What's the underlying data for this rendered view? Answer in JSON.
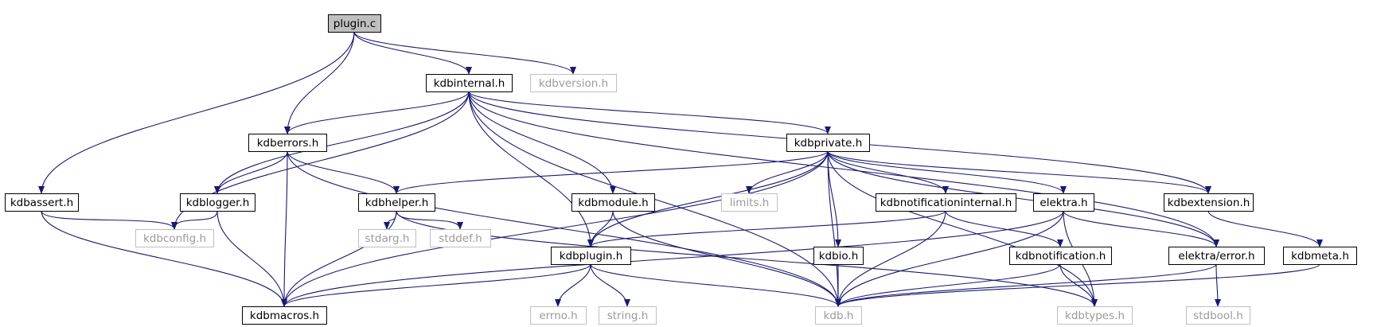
{
  "title": "plugin.c include dependency graph",
  "colors": {
    "edge": "#191970",
    "root_fill": "#bfbfbf",
    "node_border": "#000000",
    "external_border": "#bfbfbf",
    "external_text": "#9a9a9a"
  },
  "nodes": [
    {
      "id": "plugin_c",
      "label": "plugin.c",
      "kind": "root"
    },
    {
      "id": "kdbinternal_h",
      "label": "kdbinternal.h",
      "kind": "internal"
    },
    {
      "id": "kdbversion_h",
      "label": "kdbversion.h",
      "kind": "external"
    },
    {
      "id": "kdberrors_h",
      "label": "kdberrors.h",
      "kind": "internal"
    },
    {
      "id": "kdbprivate_h",
      "label": "kdbprivate.h",
      "kind": "internal"
    },
    {
      "id": "kdbassert_h",
      "label": "kdbassert.h",
      "kind": "internal"
    },
    {
      "id": "kdblogger_h",
      "label": "kdblogger.h",
      "kind": "internal"
    },
    {
      "id": "kdbhelper_h",
      "label": "kdbhelper.h",
      "kind": "internal"
    },
    {
      "id": "kdbmodule_h",
      "label": "kdbmodule.h",
      "kind": "internal"
    },
    {
      "id": "limits_h",
      "label": "limits.h",
      "kind": "external"
    },
    {
      "id": "kdbnotificationinternal_h",
      "label": "kdbnotificationinternal.h",
      "kind": "internal"
    },
    {
      "id": "elektra_h",
      "label": "elektra.h",
      "kind": "internal"
    },
    {
      "id": "kdbextension_h",
      "label": "kdbextension.h",
      "kind": "internal"
    },
    {
      "id": "kdbconfig_h",
      "label": "kdbconfig.h",
      "kind": "external"
    },
    {
      "id": "stdarg_h",
      "label": "stdarg.h",
      "kind": "external"
    },
    {
      "id": "stddef_h",
      "label": "stddef.h",
      "kind": "external"
    },
    {
      "id": "kdbplugin_h",
      "label": "kdbplugin.h",
      "kind": "internal"
    },
    {
      "id": "kdbio_h",
      "label": "kdbio.h",
      "kind": "internal"
    },
    {
      "id": "kdbnotification_h",
      "label": "kdbnotification.h",
      "kind": "internal"
    },
    {
      "id": "elektra_error_h",
      "label": "elektra/error.h",
      "kind": "internal"
    },
    {
      "id": "kdbmeta_h",
      "label": "kdbmeta.h",
      "kind": "internal"
    },
    {
      "id": "kdbmacros_h",
      "label": "kdbmacros.h",
      "kind": "internal"
    },
    {
      "id": "errno_h",
      "label": "errno.h",
      "kind": "external"
    },
    {
      "id": "string_h",
      "label": "string.h",
      "kind": "external"
    },
    {
      "id": "kdb_h",
      "label": "kdb.h",
      "kind": "external"
    },
    {
      "id": "kdbtypes_h",
      "label": "kdbtypes.h",
      "kind": "external"
    },
    {
      "id": "stdbool_h",
      "label": "stdbool.h",
      "kind": "external"
    }
  ],
  "edges": [
    [
      "plugin_c",
      "kdbinternal_h"
    ],
    [
      "plugin_c",
      "kdbversion_h"
    ],
    [
      "plugin_c",
      "kdberrors_h"
    ],
    [
      "plugin_c",
      "kdbassert_h"
    ],
    [
      "kdbinternal_h",
      "kdberrors_h"
    ],
    [
      "kdbinternal_h",
      "kdblogger_h"
    ],
    [
      "kdbinternal_h",
      "kdbconfig_h"
    ],
    [
      "kdbinternal_h",
      "kdbplugin_h"
    ],
    [
      "kdbinternal_h",
      "kdbmodule_h"
    ],
    [
      "kdbinternal_h",
      "kdb_h"
    ],
    [
      "kdbinternal_h",
      "kdbprivate_h"
    ],
    [
      "kdbinternal_h",
      "kdbextension_h"
    ],
    [
      "kdbinternal_h",
      "elektra_error_h"
    ],
    [
      "kdberrors_h",
      "kdblogger_h"
    ],
    [
      "kdberrors_h",
      "kdbhelper_h"
    ],
    [
      "kdberrors_h",
      "kdbmacros_h"
    ],
    [
      "kdberrors_h",
      "kdb_h"
    ],
    [
      "kdbassert_h",
      "kdbconfig_h"
    ],
    [
      "kdbassert_h",
      "kdbmacros_h"
    ],
    [
      "kdblogger_h",
      "kdbconfig_h"
    ],
    [
      "kdblogger_h",
      "kdbmacros_h"
    ],
    [
      "kdbprivate_h",
      "kdbhelper_h"
    ],
    [
      "kdbprivate_h",
      "kdbmacros_h"
    ],
    [
      "kdbprivate_h",
      "kdbplugin_h"
    ],
    [
      "kdbprivate_h",
      "limits_h"
    ],
    [
      "kdbprivate_h",
      "kdb_h"
    ],
    [
      "kdbprivate_h",
      "kdbio_h"
    ],
    [
      "kdbprivate_h",
      "kdbnotificationinternal_h"
    ],
    [
      "kdbprivate_h",
      "elektra_h"
    ],
    [
      "kdbprivate_h",
      "kdbextension_h"
    ],
    [
      "kdbprivate_h",
      "elektra_error_h"
    ],
    [
      "kdbprivate_h",
      "kdbtypes_h"
    ],
    [
      "kdbhelper_h",
      "kdbmacros_h"
    ],
    [
      "kdbhelper_h",
      "stdarg_h"
    ],
    [
      "kdbhelper_h",
      "stddef_h"
    ],
    [
      "kdbhelper_h",
      "kdbtypes_h"
    ],
    [
      "kdbmodule_h",
      "kdbplugin_h"
    ],
    [
      "kdbmodule_h",
      "kdb_h"
    ],
    [
      "kdbnotificationinternal_h",
      "kdbplugin_h"
    ],
    [
      "kdbnotificationinternal_h",
      "kdbnotification_h"
    ],
    [
      "kdbnotificationinternal_h",
      "kdb_h"
    ],
    [
      "elektra_h",
      "kdbmacros_h"
    ],
    [
      "elektra_h",
      "kdb_h"
    ],
    [
      "elektra_h",
      "elektra_error_h"
    ],
    [
      "elektra_h",
      "kdbtypes_h"
    ],
    [
      "kdbextension_h",
      "kdbmeta_h"
    ],
    [
      "kdbplugin_h",
      "kdbmacros_h"
    ],
    [
      "kdbplugin_h",
      "errno_h"
    ],
    [
      "kdbplugin_h",
      "string_h"
    ],
    [
      "kdbplugin_h",
      "kdb_h"
    ],
    [
      "kdbio_h",
      "kdb_h"
    ],
    [
      "kdbnotification_h",
      "kdb_h"
    ],
    [
      "kdbnotification_h",
      "kdbtypes_h"
    ],
    [
      "elektra_error_h",
      "kdb_h"
    ],
    [
      "elektra_error_h",
      "stdbool_h"
    ],
    [
      "kdbmeta_h",
      "kdb_h"
    ]
  ]
}
